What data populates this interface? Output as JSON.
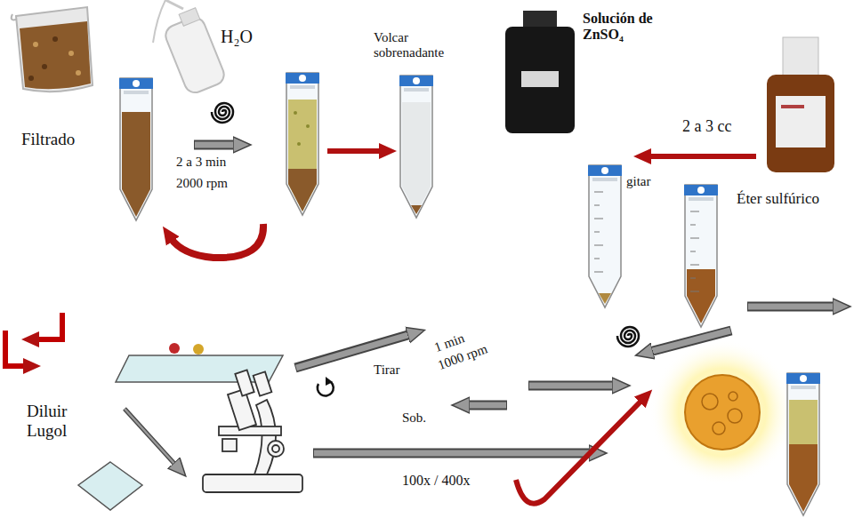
{
  "diagram": {
    "labels": [
      "H₂O",
      "Volcar sobrenadante",
      "Solución de ZnSO₄",
      "Filtrado",
      "2 a 3 min",
      "2000 rpm",
      "2 a 3 cc",
      "gitar",
      "Éter sulfúrico",
      "1 min",
      "1000 rpm",
      "Tirar",
      "Diluir Lugol",
      "Sob.",
      "100x / 400x"
    ]
  }
}
